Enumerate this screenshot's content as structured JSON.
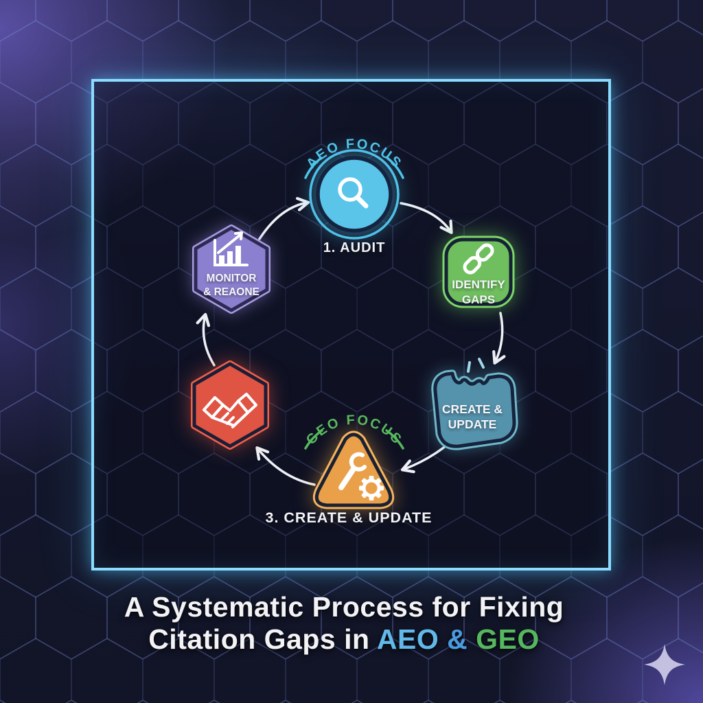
{
  "background": {
    "pattern": "hexagon-grid",
    "base_color": "#14172c",
    "corner_glow_color": "#5d52aa",
    "frame_border_color": "#8bdcff"
  },
  "diagram": {
    "aeo_arc": {
      "label": "AEO FOCUS",
      "color": "#4fc3e8"
    },
    "geo_arc": {
      "label": "GEO FOCUS",
      "color": "#58b95e"
    },
    "nodes": {
      "audit": {
        "shape": "circle",
        "fill": "#5ac4e9",
        "ring_color": "#4fc0e8",
        "icon": "magnifier-icon",
        "caption": "1. AUDIT"
      },
      "identify_gaps": {
        "shape": "rounded-square",
        "fill": "#6fbf5f",
        "icon": "chain-link-icon",
        "label_line1": "IDENTIFY",
        "label_line2": "GAPS"
      },
      "create_update_badge": {
        "shape": "bitten-badge",
        "fill": "#5592ac",
        "icon": "bite-crumbs-icon",
        "label_line1": "CREATE &",
        "label_line2": "UPDATE"
      },
      "create_update_step": {
        "shape": "rounded-triangle",
        "fill": "#e9a049",
        "icon": "wrench-gear-icon",
        "caption": "3. CREATE & UPDATE"
      },
      "partnership": {
        "shape": "hexagon",
        "fill": "#e05443",
        "icon": "handshake-icon"
      },
      "monitor_refine": {
        "shape": "hexagon",
        "fill": "#8b80cf",
        "icon": "bar-chart-arrow-icon",
        "label_line1": "MONITOR",
        "label_line2": "& REAONE"
      }
    },
    "arrow_color": "#eef1f6"
  },
  "title": {
    "line1": "A Systematic Process for Fixing",
    "line2_prefix": "Citation Gaps in ",
    "aeo": "AEO",
    "ampersand": " & ",
    "geo": "GEO",
    "aeo_color": "#62b9e9",
    "ampersand_color": "#4a9ade",
    "geo_color": "#56b85e"
  },
  "decor": {
    "sparkle_icon": "four-point-star",
    "sparkle_color": "#cac7e6"
  }
}
